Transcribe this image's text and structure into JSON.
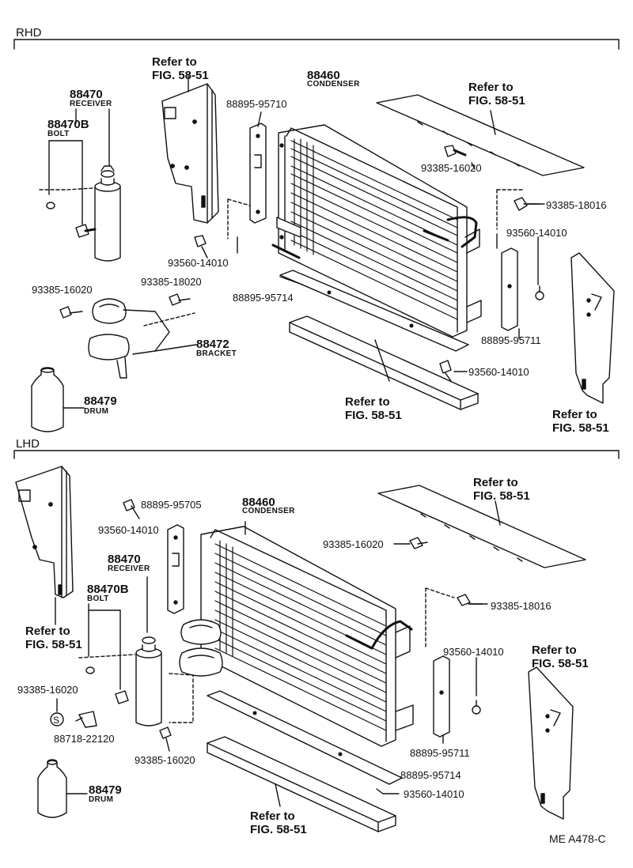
{
  "rhd": {
    "section_label": "RHD",
    "refer_panel_left": [
      "Refer to",
      "FIG. 58-51"
    ],
    "refer_top_right": [
      "Refer to",
      "FIG. 58-51"
    ],
    "refer_bottom_center": [
      "Refer to",
      "FIG. 58-51"
    ],
    "refer_bottom_right": [
      "Refer to",
      "FIG. 58-51"
    ],
    "condenser_number": "88460",
    "condenser_name": "CONDENSER",
    "receiver_number": "88470",
    "receiver_name": "RECEIVER",
    "bolt_number": "88470B",
    "bolt_name": "BOLT",
    "bracket_number": "88472",
    "bracket_name": "BRACKET",
    "drum_number": "88479",
    "drum_name": "DRUM",
    "part_88895_95710": "88895-95710",
    "part_93385_16020_top": "93385-16020",
    "part_93385_18016": "93385-18016",
    "part_93560_14010_right": "93560-14010",
    "part_93560_14010_mid": "93560-14010",
    "part_93385_16020_left": "93385-16020",
    "part_93385_18020": "93385-18020",
    "part_88895_95714": "88895-95714",
    "part_88895_95711": "88895-95711",
    "part_93560_14010_bottom": "93560-14010"
  },
  "lhd": {
    "section_label": "LHD",
    "refer_top_right": [
      "Refer to",
      "FIG. 58-51"
    ],
    "refer_left": [
      "Refer to",
      "FIG. 58-51"
    ],
    "refer_right": [
      "Refer to",
      "FIG. 58-51"
    ],
    "refer_bottom": [
      "Refer to",
      "FIG. 58-51"
    ],
    "condenser_number": "88460",
    "condenser_name": "CONDENSER",
    "receiver_number": "88470",
    "receiver_name": "RECEIVER",
    "bolt_number": "88470B",
    "bolt_name": "BOLT",
    "drum_number": "88479",
    "drum_name": "DRUM",
    "part_88895_95705": "88895-95705",
    "part_93560_14010_top": "93560-14010",
    "part_93385_16020_right": "93385-16020",
    "part_93385_18016": "93385-18016",
    "part_93560_14010_right": "93560-14010",
    "part_93385_16020_left": "93385-16020",
    "part_88718_22120": "88718-22120",
    "part_93385_16020_bottom": "93385-16020",
    "part_88895_95711": "88895-95711",
    "part_88895_95714": "88895-95714",
    "part_93560_14010_bottom": "93560-14010"
  },
  "figure_code": "ME A478-C"
}
